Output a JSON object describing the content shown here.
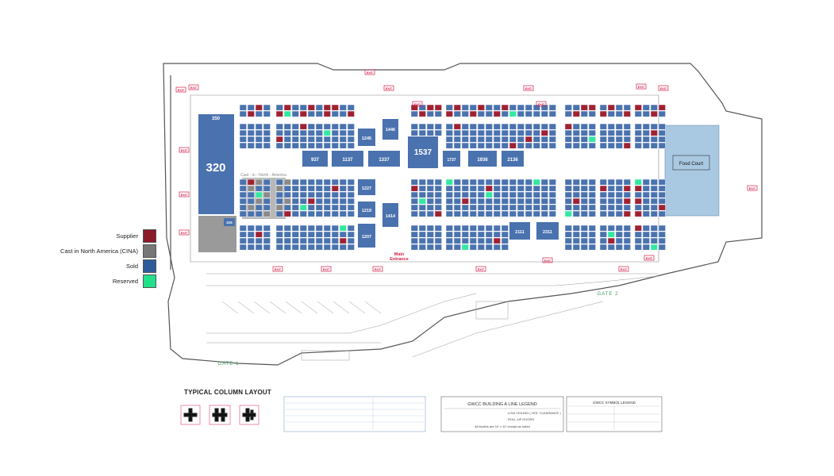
{
  "legend": [
    {
      "label": "Supplier",
      "color": "#8B1A2B"
    },
    {
      "label": "Cast in North America (CINA)",
      "color": "#777777"
    },
    {
      "label": "Sold",
      "color": "#2E5C9A"
    },
    {
      "label": "Reserved",
      "color": "#22E08A"
    }
  ],
  "colors": {
    "sold": "#4A72AE",
    "supplier": "#9E2233",
    "cina": "#8A8A8A",
    "reserved": "#33E8A0",
    "food": "#A9C8E2",
    "wall": "#555555",
    "exit": "#D4204A",
    "gate": "#3A9A5A"
  },
  "big_booths": {
    "b320": "320",
    "b350": "350",
    "b415": "415",
    "b537": "937",
    "b1137": "1137",
    "b1337": "1337",
    "b1537": "1537",
    "b1737": "1737",
    "b1936": "1936",
    "b2136": "2136",
    "b1245": "1245",
    "b1446": "1446",
    "b1227": "1227",
    "b1219": "1219",
    "b1207": "1207",
    "b1414": "1414",
    "b2111": "2111",
    "b2311": "2311"
  },
  "labels": {
    "food_court": "Food Court",
    "main_entrance": "Main\nEntrance",
    "cina_area": "Cast - in - North - America",
    "gate1": "GATE 1",
    "gate2": "GATE 2",
    "exit": "EXIT",
    "typical_column": "TYPICAL COLUMN LAYOUT",
    "legend_title": "GWCC BUILDING A LINE LEGEND",
    "legend_line1": "LOW CEILING ( 15'6\" CLEARANCE )",
    "legend_line2": "ROLL-UP DOORS",
    "legend_line3": "All booths are 10' x 10' except as noted",
    "symbol_title": "GWCC SYMBOL LEGEND"
  }
}
